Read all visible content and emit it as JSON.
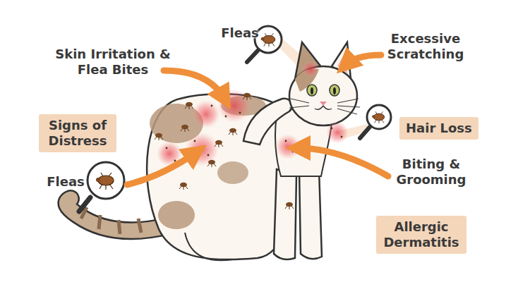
{
  "diagram": {
    "nodes": [
      {
        "text": [
          "Signs of Distress"
        ]
      },
      {
        "text": [
          "Hair Loss"
        ]
      },
      {
        "text": [
          "Allergic Dermatitis"
        ]
      }
    ],
    "labels": [
      "Fleas",
      "Excessive Scratching",
      "Skin Irritation & Flea Bites",
      "Fleas",
      "Biting & Grooming"
    ]
  }
}
